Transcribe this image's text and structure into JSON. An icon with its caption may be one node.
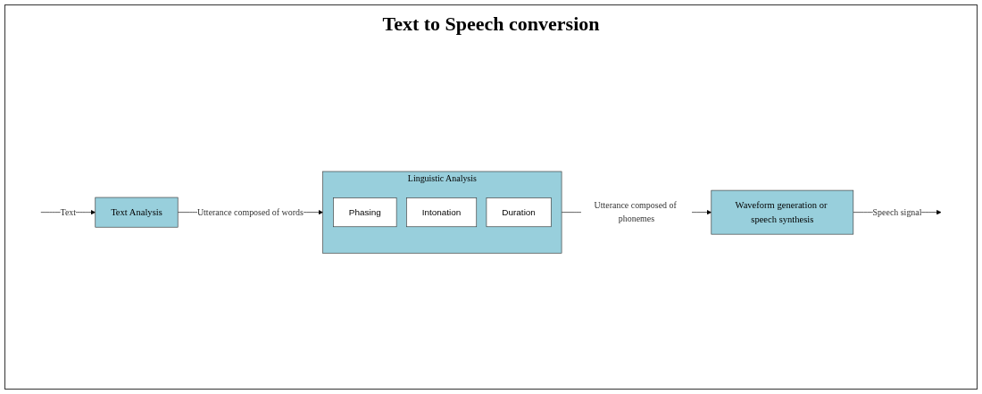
{
  "diagram": {
    "title": "Text to Speech conversion",
    "nodes": [
      {
        "text": [
          "Text Analysis"
        ]
      },
      {
        "text": [
          "Linguistic Analysis"
        ]
      },
      {
        "text": [
          "Phasing"
        ],
        "in": 1
      },
      {
        "text": [
          "Intonation"
        ],
        "in": 1
      },
      {
        "text": [
          "Duration"
        ],
        "in": 1
      },
      {
        "text": [
          "Waveform generation or speech synthesis"
        ]
      }
    ],
    "edges": [
      {
        "from": null,
        "to": 0,
        "arrow": "to",
        "label": "Text"
      },
      {
        "from": 0,
        "to": 1,
        "arrow": "to",
        "label": "Utterance composed of words"
      },
      {
        "from": 1,
        "to": 5,
        "arrow": "to",
        "label": "Utterance composed of phonemes"
      },
      {
        "from": 5,
        "to": null,
        "arrow": "to",
        "label": "Speech signal"
      }
    ]
  }
}
